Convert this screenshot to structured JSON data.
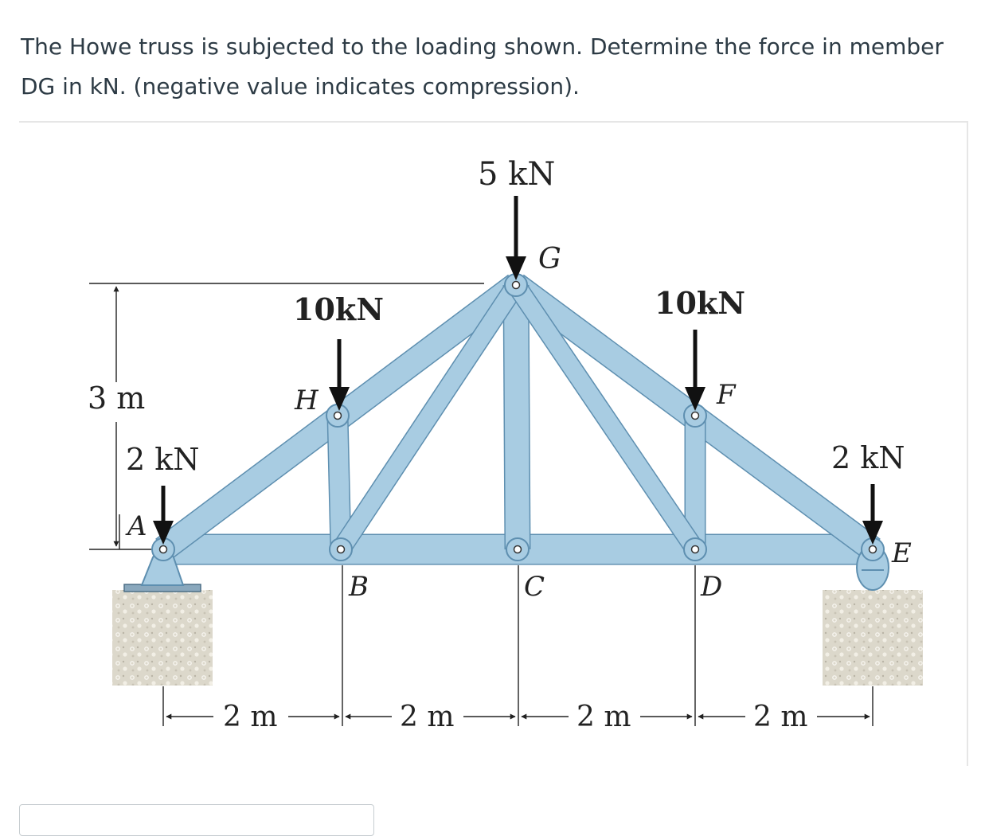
{
  "question": {
    "line1": "The Howe truss is subjected to the loading shown. Determine the force in member",
    "line2": "DG in kN. (negative value indicates compression)."
  },
  "figure": {
    "loads": {
      "G": "5 kN",
      "H": "10kN",
      "F": "10kN",
      "A": "2 kN",
      "E": "2 kN"
    },
    "joints": {
      "A": "A",
      "B": "B",
      "C": "C",
      "D": "D",
      "E": "E",
      "F": "F",
      "G": "G",
      "H": "H"
    },
    "dimensions": {
      "height": "3 m",
      "spans": [
        "2 m",
        "2 m",
        "2 m",
        "2 m"
      ]
    },
    "colors": {
      "member": "#a8cce2",
      "member_edge": "#5e8fb0",
      "ground": "#ddd9cc"
    }
  },
  "answer": {
    "value": ""
  }
}
